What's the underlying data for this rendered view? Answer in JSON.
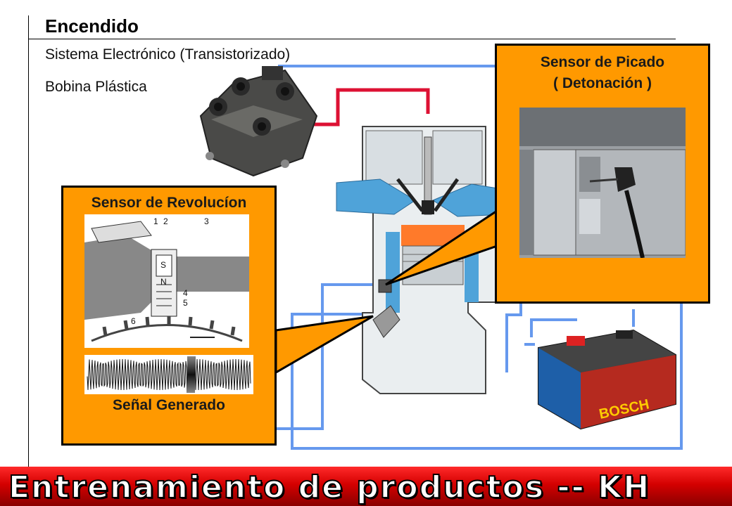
{
  "header": {
    "title": "Encendido",
    "subtitle_1": "Sistema Electrónico (Transistorizado)",
    "subtitle_2": "Bobina Plástica"
  },
  "knock_panel": {
    "title_line_1": "Sensor de Picado",
    "title_line_2": "( Detonación )"
  },
  "rev_panel": {
    "title": "Sensor de Revolucíon",
    "caption": "Señal Generado",
    "figure_labels": [
      "1",
      "2",
      "3",
      "4",
      "5",
      "6",
      "S",
      "N"
    ]
  },
  "battery": {
    "brand": "BOSCH"
  },
  "footer": {
    "banner": "Entrenamiento de productos -- KH"
  },
  "colors": {
    "panel": "#ff9900",
    "wire_blue": "#6699ee",
    "wire_red": "#dd1133",
    "banner_red": "#d40000",
    "engine_blue": "#4fa3d9"
  }
}
